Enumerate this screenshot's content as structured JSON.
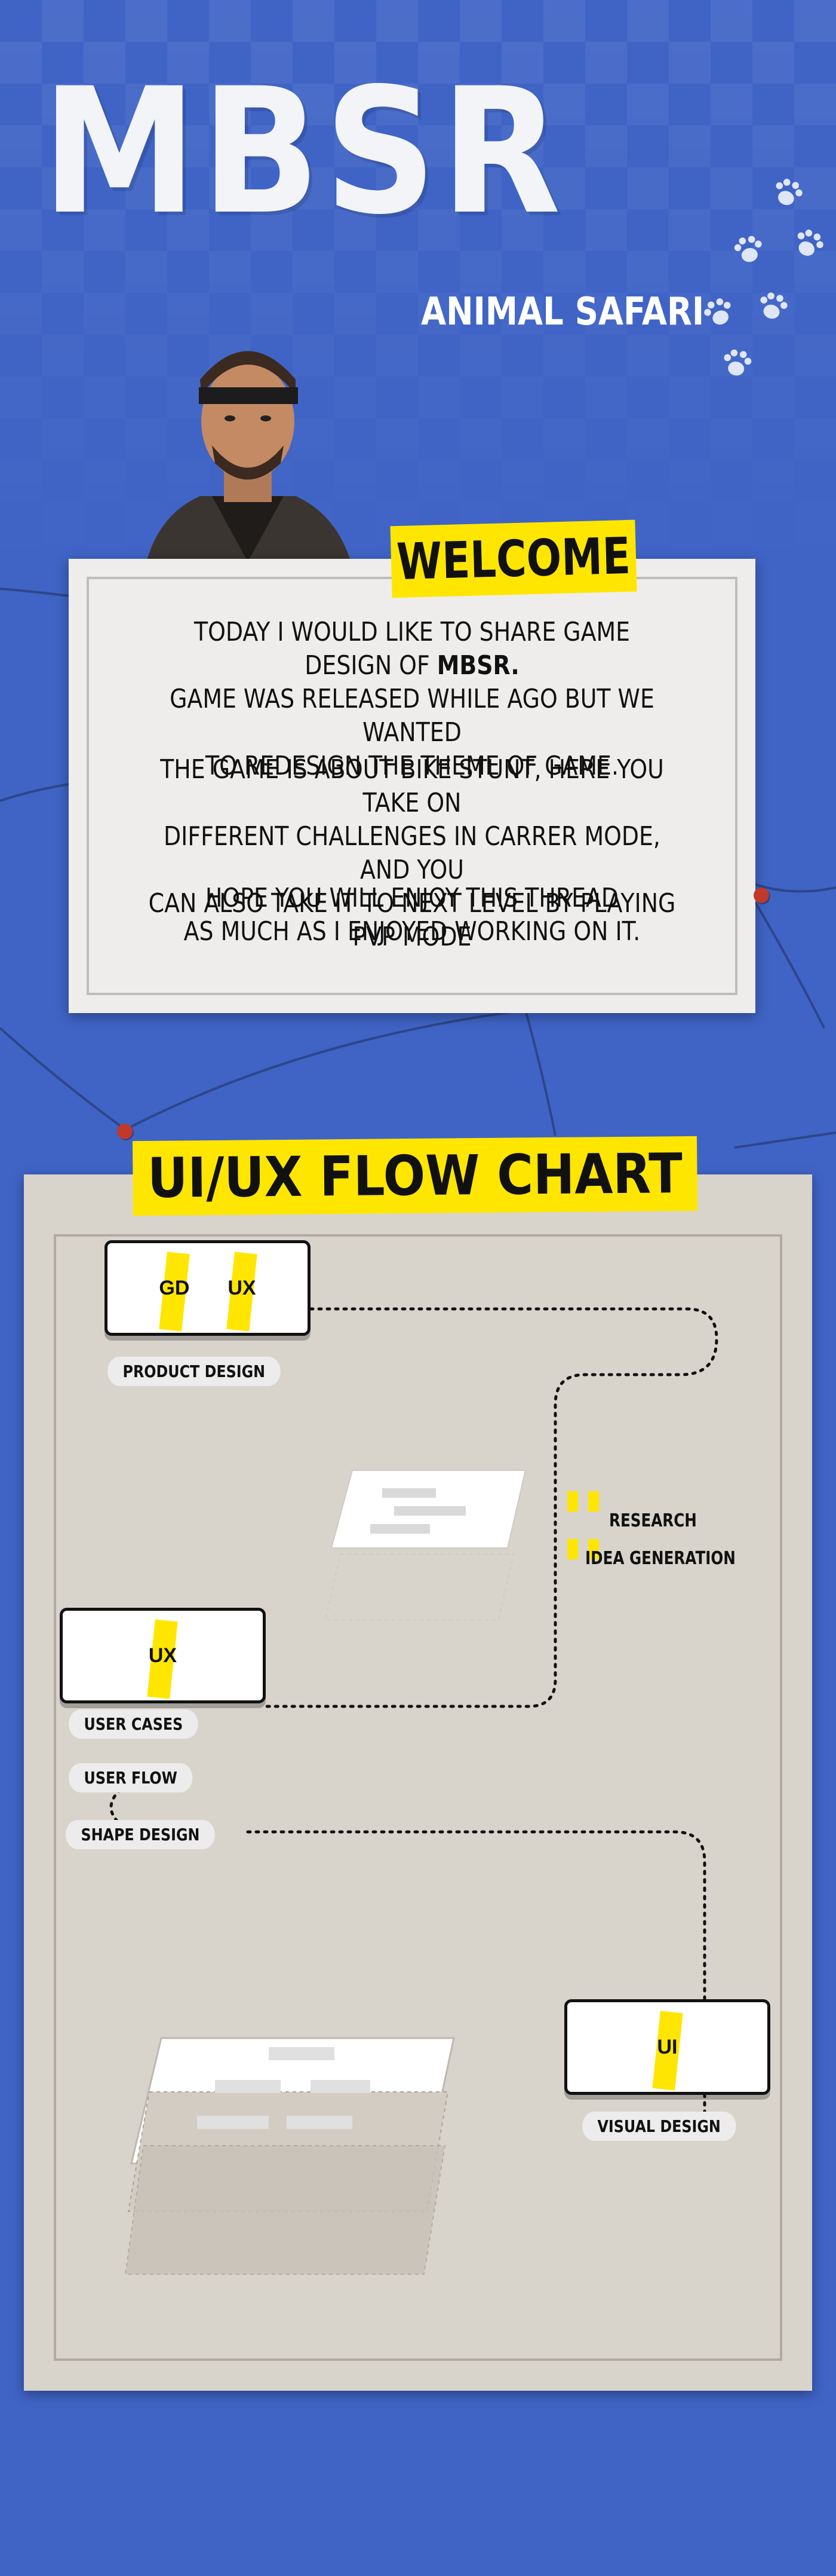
{
  "header": {
    "logo_main": "MBSR",
    "logo_sub": "ANIMAL SAFARI"
  },
  "welcome": {
    "title": "WELCOME",
    "p1_prefix": "TODAY  I WOULD LIKE TO SHARE GAME DESIGN  OF ",
    "p1_bold": "MBSR.",
    "p1_line2": "GAME WAS RELEASED WHILE AGO BUT WE WANTED",
    "p1_line3": "TO REDESIGN THE THEME OF GAME.",
    "p2_line1": "THE GAME IS ABOUT  BIKE STUNT, HERE YOU TAKE ON",
    "p2_line2": "DIFFERENT  CHALLENGES  IN CARRER MODE, AND YOU",
    "p2_line3": "CAN ALSO TAKE IT TO NEXT LEVEL BY PLAYING PVP MODE",
    "p3_line1": "HOPE YOU WILL ENJOY THIS THREAD",
    "p3_line2": "AS MUCH AS I ENJOYED WORKING ON IT."
  },
  "flow": {
    "title": "UI/UX FLOW CHART",
    "node1": [
      "GD",
      "UX"
    ],
    "node1_label": "PRODUCT DESIGN",
    "research": "RESEARCH",
    "idea": "IDEA GENERATION",
    "node2": [
      "UX"
    ],
    "user_cases": "USER CASES",
    "user_flow": "USER FLOW",
    "shape_design": "SHAPE DESIGN",
    "node3": [
      "UI"
    ],
    "visual_design": "VISUAL DESIGN"
  },
  "colors": {
    "background": "#3f64c6",
    "accent": "#ffe600",
    "paper": "#eeedec"
  },
  "icons": [
    "paw-print-icon",
    "push-pin-icon"
  ]
}
